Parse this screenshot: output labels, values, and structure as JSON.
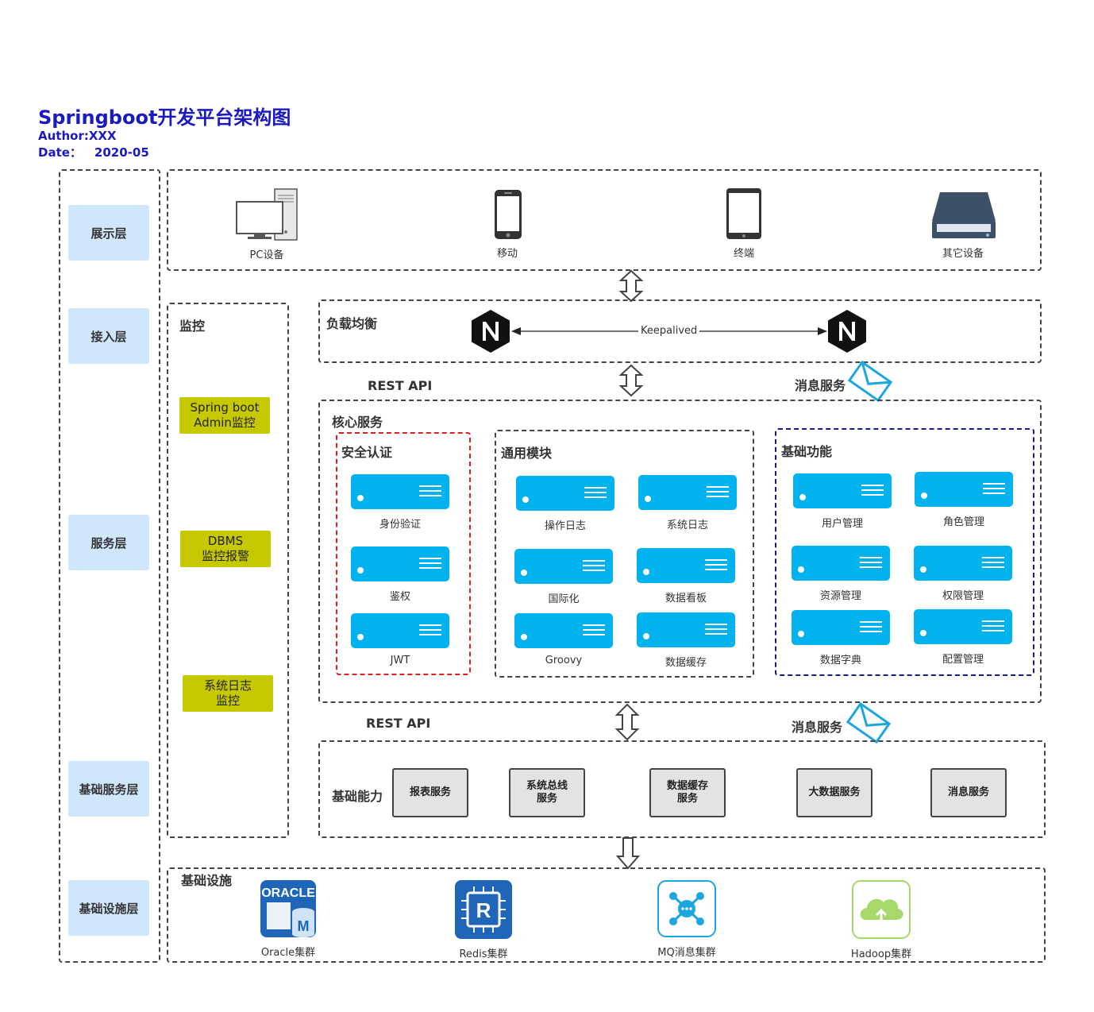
{
  "header": {
    "title": "Springboot开发平台架构图",
    "author": "Author:XXX",
    "date_label": "Date：",
    "date_value": "2020-05"
  },
  "layers": [
    {
      "label": "展示层"
    },
    {
      "label": "接入层"
    },
    {
      "label": "服务层"
    },
    {
      "label": "基础服务层"
    },
    {
      "label": "基础设施层"
    }
  ],
  "presentation": {
    "devices": [
      {
        "label": "PC设备",
        "icon": "desktop-pc-icon"
      },
      {
        "label": "移动",
        "icon": "smartphone-icon"
      },
      {
        "label": "终端",
        "icon": "tablet-icon"
      },
      {
        "label": "其它设备",
        "icon": "scanner-icon"
      }
    ]
  },
  "monitoring": {
    "title": "监控",
    "items": [
      {
        "line1": "Spring boot",
        "line2": "Admin监控"
      },
      {
        "line1": "DBMS",
        "line2": "监控报警"
      },
      {
        "line1": "系统日志",
        "line2": "监控"
      }
    ]
  },
  "access": {
    "title": "负载均衡",
    "link_label": "Keepalived",
    "node_letter": "N"
  },
  "connectors": {
    "rest_api_1": "REST API",
    "msg_service_1": "消息服务",
    "rest_api_2": "REST API",
    "msg_service_2": "消息服务"
  },
  "core": {
    "title": "核心服务",
    "security": {
      "title": "安全认证",
      "items": [
        "身份验证",
        "鉴权",
        "JWT"
      ]
    },
    "common": {
      "title": "通用模块",
      "items": [
        "操作日志",
        "系统日志",
        "国际化",
        "数据看板",
        "Groovy",
        "数据缓存"
      ]
    },
    "basic": {
      "title": "基础功能",
      "items": [
        "用户管理",
        "角色管理",
        "资源管理",
        "权限管理",
        "数据字典",
        "配置管理"
      ]
    }
  },
  "capability": {
    "title": "基础能力",
    "items": [
      {
        "line1": "报表服务",
        "line2": ""
      },
      {
        "line1": "系统总线",
        "line2": "服务"
      },
      {
        "line1": "数据缓存",
        "line2": "服务"
      },
      {
        "line1": "大数据服务",
        "line2": ""
      },
      {
        "line1": "消息服务",
        "line2": ""
      }
    ]
  },
  "infra": {
    "title": "基础设施",
    "items": [
      {
        "label": "Oracle集群",
        "icon": "oracle-icon",
        "text": "ORACLE",
        "sub": "M"
      },
      {
        "label": "Redis集群",
        "icon": "redis-icon",
        "text": "R"
      },
      {
        "label": "MQ消息集群",
        "icon": "mq-icon"
      },
      {
        "label": "Hadoop集群",
        "icon": "hadoop-icon"
      }
    ]
  },
  "colors": {
    "title": "#1a1ac0",
    "layer_bg": "#cfe6fb",
    "monitor_bg": "#c6c900",
    "server_blue": "#00b2ee",
    "security_border": "#e02020",
    "basic_border": "#1a1a90",
    "nginx_bg": "#111111"
  }
}
